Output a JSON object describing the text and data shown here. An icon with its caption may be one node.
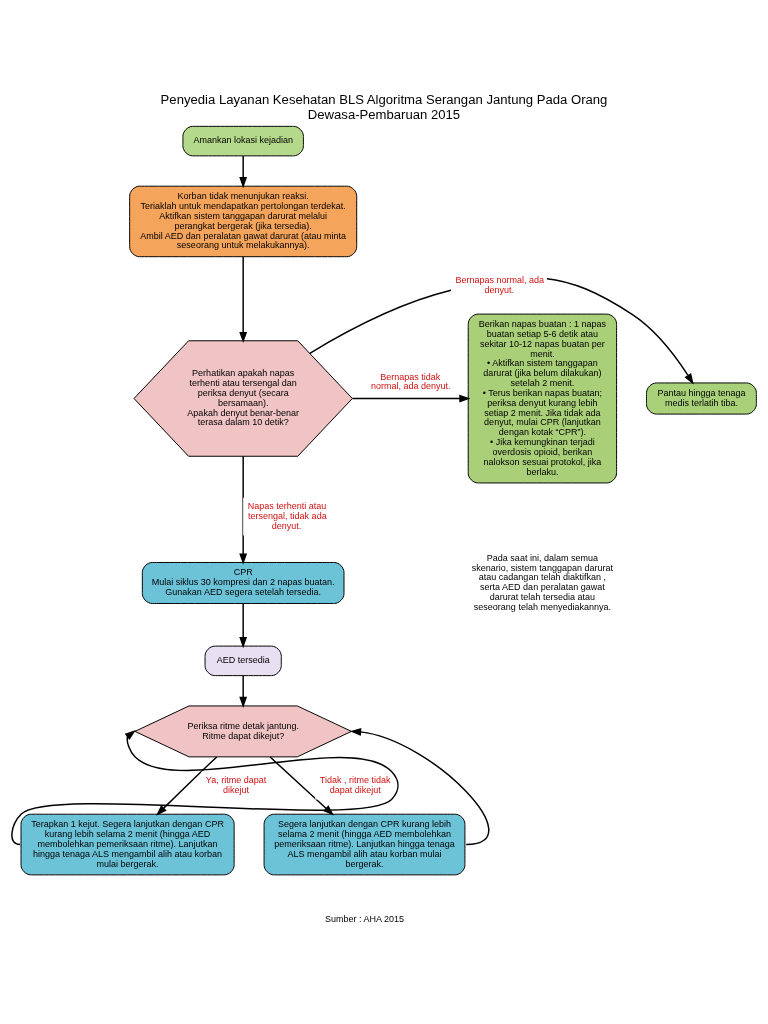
{
  "diagram": {
    "title": "Penyedia Layanan Kesehatan BLS Algoritma Serangan Jantung Pada Orang Dewasa-Pembaruan 2015",
    "nodes": [
      {
        "text": [
          "Amankan lokasi kejadian"
        ]
      },
      {
        "text": [
          "Korban tidak menunjukan reaksi.",
          "Teriaklah untuk mendapatkan pertolongan terdekat.",
          "Aktifkan sistem tanggapan darurat melalui perangkat bergerak (jika tersedia).",
          "Ambil AED dan peralatan gawat darurat (atau minta seseorang untuk melakukannya)."
        ]
      },
      {
        "text": [
          "Perhatikan apakah napas terhenti atau tersengal dan periksa denyut (secara bersamaan).",
          "Apakah denyut benar-benar terasa dalam 10 detik?"
        ]
      },
      {
        "text": [
          "Pantau hingga tenaga medis terlatih tiba."
        ]
      },
      {
        "text": [
          "Berikan napas buatan : 1 napas buatan setiap 5-6 detik atau sekitar 10-12 napas buatan per menit.",
          "• Aktifkan sistem tanggapan darurat (jika belum dilakukan) setelah 2 menit.",
          "• Terus berikan napas buatan; periksa denyut kurang lebih setiap 2 menit. Jika tidak ada denyut, mulai CPR (lanjutkan dengan kotak “CPR”).",
          "• Jika kemungkinan terjadi overdosis opioid, berikan nalokson sesuai protokol, jika berlaku."
        ]
      },
      {
        "text": [
          "CPR",
          "Mulai siklus 30 kompresi dan 2 napas buatan.",
          "Gunakan AED segera setelah tersedia."
        ]
      },
      {
        "text": [
          "AED tersedia"
        ]
      },
      {
        "text": [
          "Periksa ritme detak jantung.",
          "Ritme dapat dikejut?"
        ]
      },
      {
        "text": [
          "Terapkan 1 kejut. Segera lanjutkan dengan CPR kurang lebih selama 2 menit (hingga AED membolehkan pemeriksaan ritme). Lanjutkan hingga tenaga ALS mengambil alih atau korban mulai bergerak."
        ]
      },
      {
        "text": [
          "Segera lanjutkan dengan CPR kurang lebih selama 2 menit (hingga AED membolehkan pemeriksaan ritme). Lanjutkan hingga tenaga ALS mengambil alih atau korban mulai bergerak."
        ]
      }
    ],
    "edges": [
      {
        "from": 0,
        "to": 1,
        "arrow": "to"
      },
      {
        "from": 1,
        "to": 2,
        "arrow": "to"
      },
      {
        "from": 2,
        "to": 3,
        "arrow": "to",
        "label": "Bernapas normal, ada denyut."
      },
      {
        "from": 2,
        "to": 4,
        "arrow": "to",
        "label": "Bernapas tidak normal, ada denyut."
      },
      {
        "from": 2,
        "to": 5,
        "arrow": "to",
        "label": "Napas terhenti atau tersengal, tidak ada denyut."
      },
      {
        "from": 5,
        "to": 6,
        "arrow": "to"
      },
      {
        "from": 6,
        "to": 7,
        "arrow": "to"
      },
      {
        "from": 7,
        "to": 8,
        "arrow": "to",
        "label": "Ya, ritme dapat dikejut"
      },
      {
        "from": 7,
        "to": 9,
        "arrow": "to",
        "label": "Tidak , ritme tidak dapat dikejut"
      },
      {
        "from": 8,
        "to": 7,
        "arrow": "to"
      },
      {
        "from": 9,
        "to": 7,
        "arrow": "to"
      }
    ],
    "labels": [
      "Pada saat ini, dalam semua skenario, sistem tanggapan darurat atau cadangan telah diaktifkan , serta AED dan peralatan gawat darurat telah tersedia atau seseorang telah menyediakannya.",
      "Sumber : AHA 2015"
    ]
  }
}
